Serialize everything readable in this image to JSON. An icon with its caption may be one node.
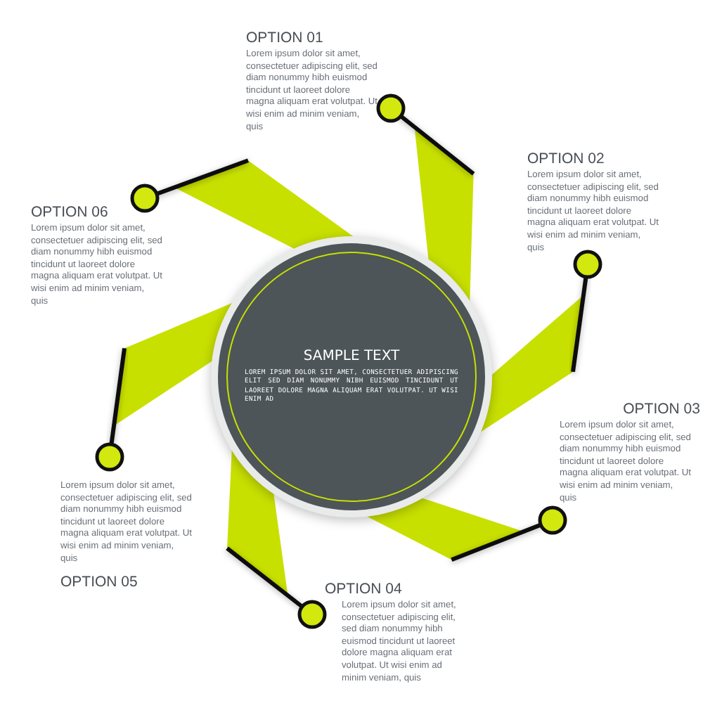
{
  "diagram": {
    "nodes": [
      {
        "text": [
          "SAMPLE TEXT",
          "LOREM IPSUM DOLOR SIT AMET, CONSECTETUER ADIPISCING ELIT SED DIAM NONUMMY NIBH EUISMOD TINCIDUNT UT LAOREET DOLORE MAGNA ALIQUAM ERAT VOLUTPAT. UT WISI ENIM AD"
        ]
      },
      {
        "text": [
          "OPTION 01",
          "Lorem ipsum dolor sit amet, consectetuer adipiscing elit, sed diam nonummy hibh euismod tincidunt ut laoreet dolore magna aliquam erat volutpat. Ut wisi enim ad minim veniam, quis"
        ]
      },
      {
        "text": [
          "OPTION 02",
          "Lorem ipsum dolor sit amet, consectetuer adipiscing elit, sed diam nonummy hibh euismod tincidunt ut laoreet dolore magna aliquam erat volutpat. Ut wisi enim ad minim veniam, quis"
        ]
      },
      {
        "text": [
          "OPTION 03",
          "Lorem ipsum dolor sit amet, consectetuer adipiscing elit, sed diam nonummy hibh euismod tincidunt ut laoreet dolore magna aliquam erat volutpat. Ut wisi enim ad minim veniam, quis"
        ]
      },
      {
        "text": [
          "OPTION 04",
          "Lorem ipsum dolor sit amet, consectetuer adipiscing elit, sed diam nonummy hibh euismod tincidunt ut laoreet dolore magna aliquam erat volutpat. Ut wisi enim ad minim veniam, quis"
        ]
      },
      {
        "text": [
          "Lorem ipsum dolor sit amet, consectetuer adipiscing elit, sed diam nonummy hibh euismod tincidunt ut laoreet dolore magna aliquam erat volutpat. Ut wisi enim ad minim veniam, quis",
          "OPTION 05"
        ]
      },
      {
        "text": [
          "OPTION 06",
          "Lorem ipsum dolor sit amet, consectetuer adipiscing elit, sed diam nonummy hibh euismod tincidunt ut laoreet dolore magna aliquam erat volutpat. Ut wisi enim ad minim veniam, quis"
        ]
      }
    ]
  }
}
